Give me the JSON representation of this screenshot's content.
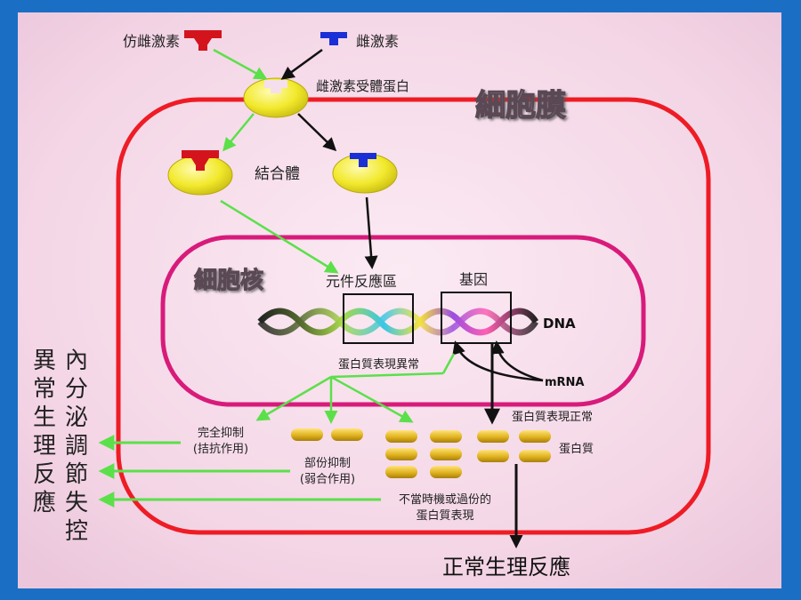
{
  "colors": {
    "frame_blue": "#1a6fc4",
    "panel_pink": "#f6dfec",
    "membrane_red": "#ee1c25",
    "nucleus_magenta": "#d81b7a",
    "green_arrow": "#5be04a",
    "receptor_yellow": "#f2e92c",
    "ligand_red": "#d4141c",
    "ligand_blue": "#1a2fd6",
    "protein_gold": "#e0b21e"
  },
  "icons": {
    "mimic_hormone": "red-t-ligand-icon",
    "estrogen": "blue-t-ligand-icon",
    "receptor": "yellow-receptor-icon",
    "protein": "gold-capsule-icon"
  },
  "labels": {
    "mimic_estrogen": "仿雌激素",
    "estrogen": "雌激素",
    "receptor": "雌激素受體蛋白",
    "membrane": "細胞膜",
    "complex": "結合體",
    "nucleus": "細胞核",
    "response_element": "元件反應區",
    "gene": "基因",
    "dna": "DNA",
    "mrna": "mRNA",
    "protein_abnormal": "蛋白質表現異常",
    "protein_normal": "蛋白質表現正常",
    "protein": "蛋白質",
    "full_inhibit_1": "完全抑制",
    "full_inhibit_2": "(拮抗作用)",
    "partial_inhibit_1": "部份抑制",
    "partial_inhibit_2": "(弱合作用)",
    "untimely_1": "不當時機或過份的",
    "untimely_2": "蛋白質表現",
    "normal_response": "正常生理反應",
    "endocrine_disorder_col1": [
      "內",
      "分",
      "泌",
      "調",
      "節",
      "失",
      "控"
    ],
    "abnormal_response_col2": [
      "異",
      "常",
      "生",
      "理",
      "反",
      "應"
    ]
  }
}
